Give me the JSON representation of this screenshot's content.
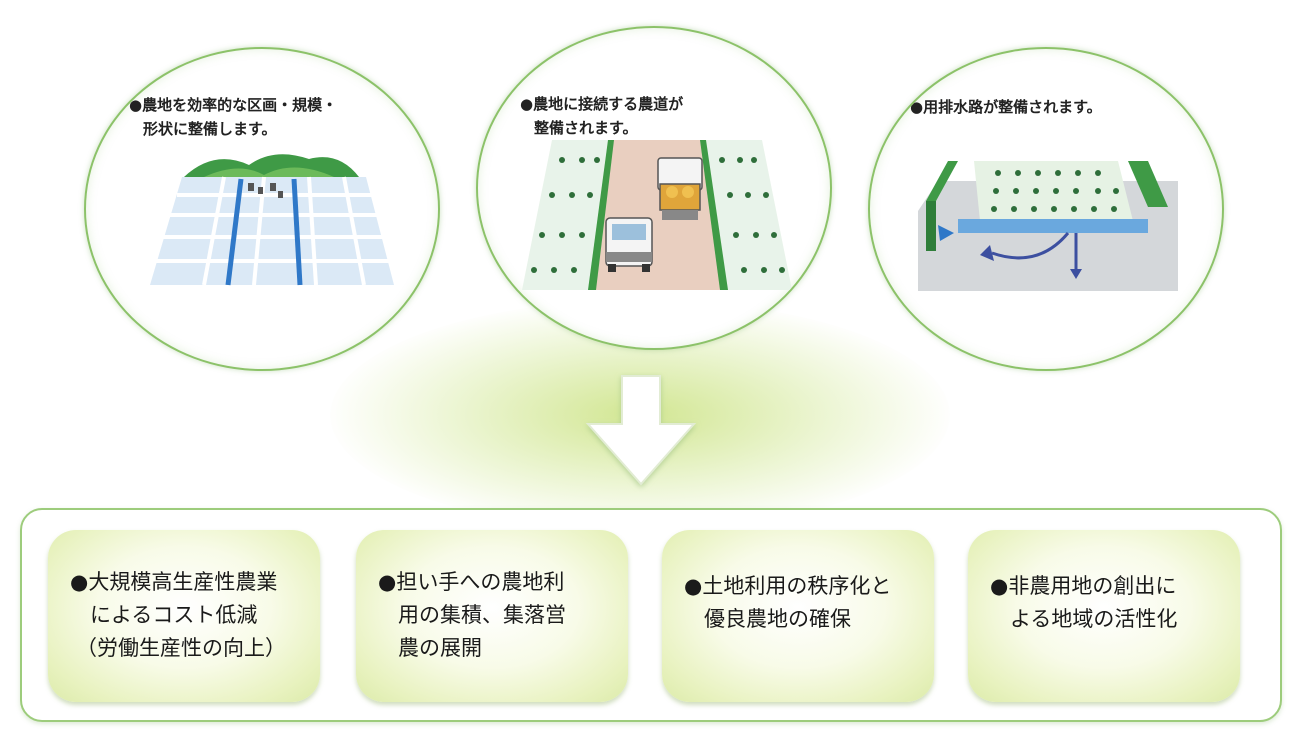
{
  "features": [
    {
      "lines": [
        "●農地を効率的な区画・規模・",
        "形状に整備します。"
      ],
      "icon": "field-grid-icon"
    },
    {
      "lines": [
        "●農地に接続する農道が",
        "整備されます。"
      ],
      "icon": "farm-road-icon"
    },
    {
      "lines": [
        "●用排水路が整備されます。"
      ],
      "icon": "irrigation-channel-icon"
    }
  ],
  "arrow_icon": "down-arrow-icon",
  "outcomes": [
    {
      "lines": [
        "●大規模高生産性農業",
        "によるコスト低減",
        "（労働生産性の向上）"
      ]
    },
    {
      "lines": [
        "●担い手への農地利",
        "用の集積、集落営",
        "農の展開"
      ]
    },
    {
      "lines": [
        "●土地利用の秩序化と",
        "優良農地の確保"
      ]
    },
    {
      "lines": [
        "●非農用地の創出に",
        "よる地域の活性化"
      ]
    }
  ],
  "colors": {
    "accent_green": "#8cc269",
    "card_fill": "#e8f2bf",
    "water_blue": "#2f78c8"
  }
}
